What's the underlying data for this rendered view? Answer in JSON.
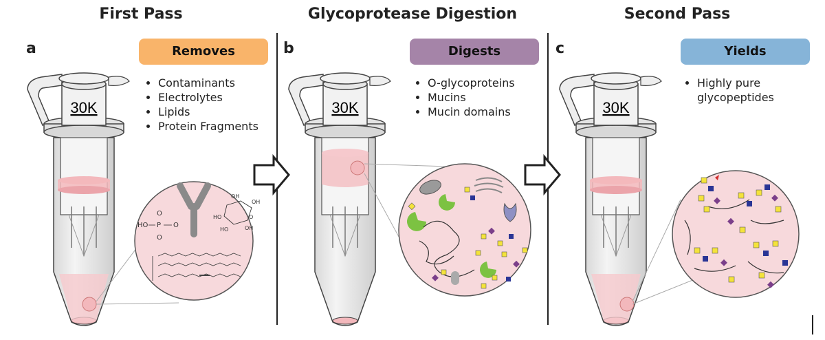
{
  "panels": [
    {
      "title": "First Pass",
      "letter": "a",
      "badge": {
        "label": "Removes",
        "color": "#f9b46a"
      },
      "items": [
        "Contaminants",
        "Electrolytes",
        "Lipids",
        "Protein Fragments"
      ],
      "filter_label": "30K"
    },
    {
      "title": "Glycoprotease Digestion",
      "letter": "b",
      "badge": {
        "label": "Digests",
        "color": "#a584a8"
      },
      "items": [
        "O-glycoproteins",
        "Mucins",
        "Mucin domains"
      ],
      "filter_label": "30K"
    },
    {
      "title": "Second Pass",
      "letter": "c",
      "badge": {
        "label": "Yields",
        "color": "#86b4d8"
      },
      "items": [
        "Highly pure glycopeptides"
      ],
      "filter_label": "30K"
    }
  ],
  "chemistry": {
    "phosphate": [
      "O",
      "HO",
      "P",
      "O",
      "O"
    ],
    "sugar": [
      "OH",
      "OH",
      "HO",
      "HO",
      "O",
      "OH"
    ]
  },
  "colors": {
    "liquid_pink": "#f3b8bc",
    "circle_fill": "#f7d9dc",
    "antibody": "#8a8a8a",
    "glycan_yellow": "#f4e33b",
    "glycan_blue": "#2a3595",
    "glycan_purple": "#7b3f8a",
    "enzyme_green": "#7cc242"
  },
  "icons": [
    "antibody-icon",
    "phosphate-icon",
    "sugar-icon",
    "lipid-icon",
    "arrow-right-icon",
    "mitochondria-icon",
    "golgi-icon",
    "enzyme-icon"
  ]
}
